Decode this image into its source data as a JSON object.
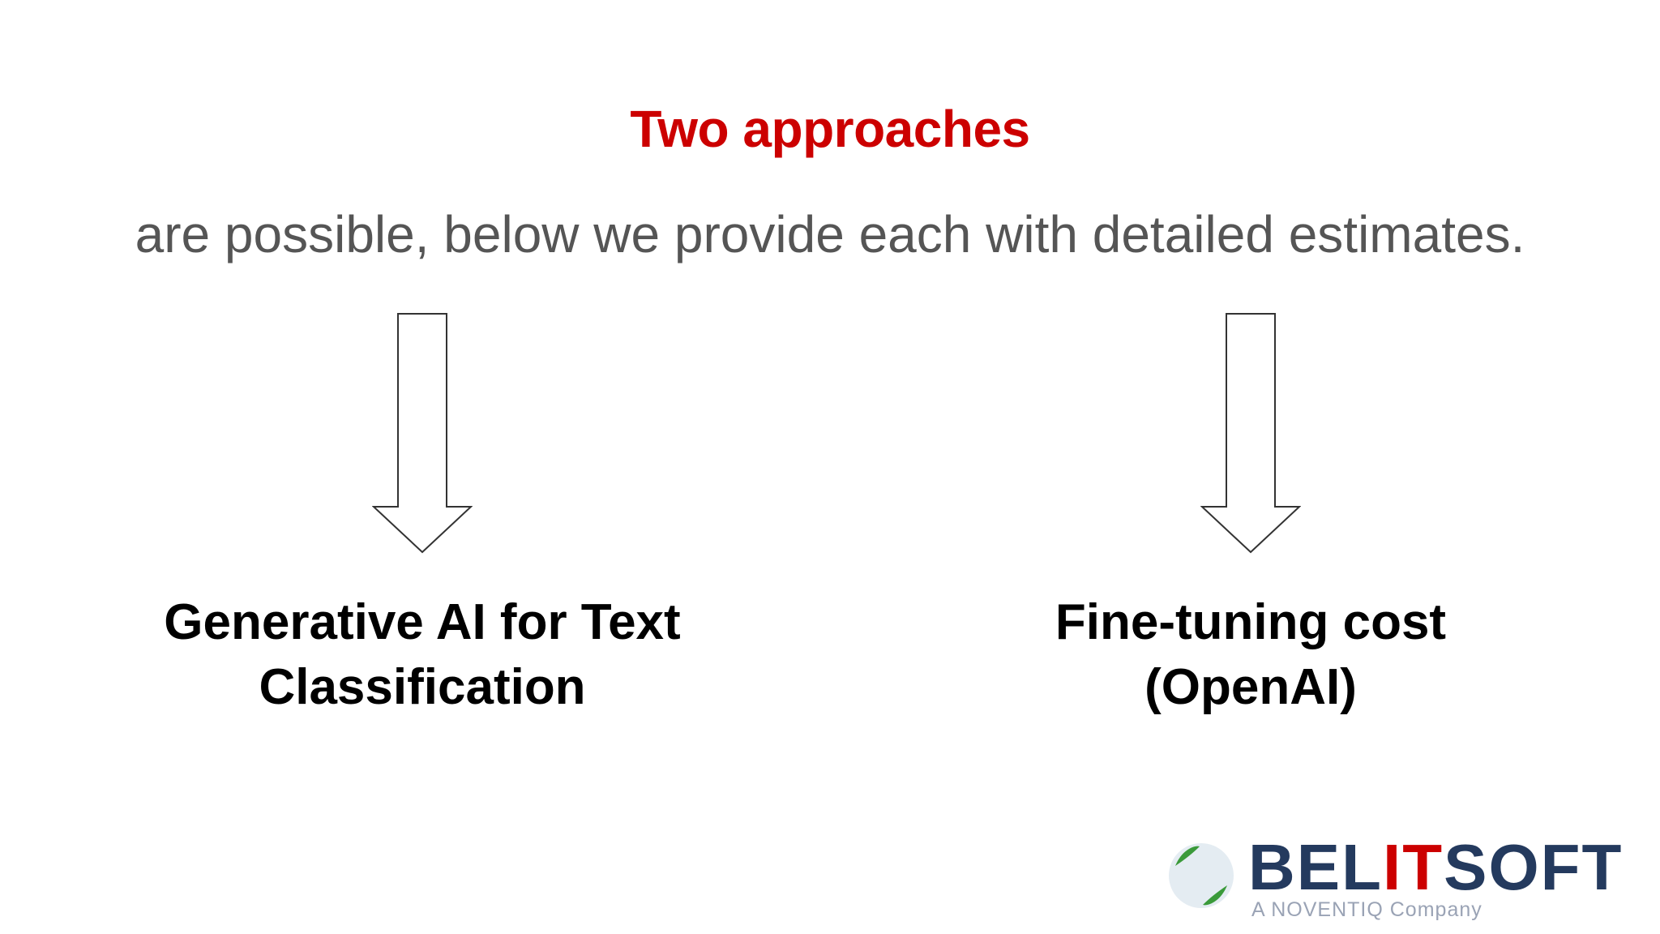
{
  "slide": {
    "title": "Two approaches",
    "subtitle": "are possible, below we provide each with detailed estimates.",
    "approaches": [
      {
        "line1": "Generative AI for Text",
        "line2": "Classification"
      },
      {
        "line1": "Fine-tuning cost",
        "line2": "(OpenAI)"
      }
    ]
  },
  "logo": {
    "wordmark": "BELITSOFT",
    "tagline": "A NOVENTIQ Company"
  },
  "colors": {
    "title": "#cc0000",
    "subtitle": "#555555",
    "logo_primary": "#243a5e",
    "logo_accent": "#cc0000",
    "logo_green": "#3a9a3a"
  },
  "icons": [
    "down-arrow-outline-icon",
    "belitsoft-logo-mark-icon"
  ]
}
